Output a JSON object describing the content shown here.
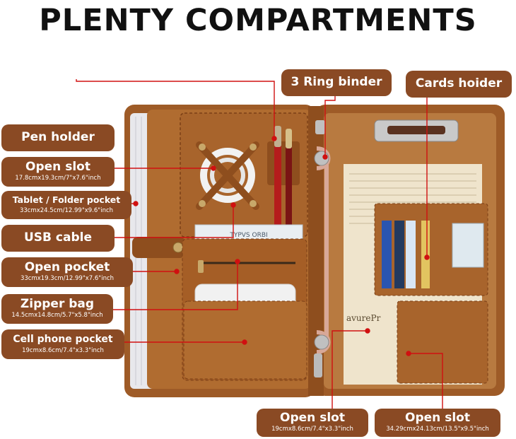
{
  "title": "PLENTY COMPARTMENTS",
  "colors": {
    "label_bg": "#8a4a24",
    "leader_line": "#d01010",
    "leather": "#a8642c"
  },
  "labels": [
    {
      "id": "pen-holder",
      "name": "Pen holder",
      "size": ""
    },
    {
      "id": "open-slot-1",
      "name": "Open slot",
      "size": "17.8cmx19.3cm/7\"x7.6\"inch"
    },
    {
      "id": "tablet-folder-pocket",
      "name": "Tablet / Folder pocket",
      "size": "33cmx24.5cm/12.99\"x9.6\"inch"
    },
    {
      "id": "usb-cable",
      "name": "USB cable",
      "size": ""
    },
    {
      "id": "open-pocket",
      "name": "Open pocket",
      "size": "33cmx19.3cm/12.99\"x7.6\"inch"
    },
    {
      "id": "zipper-bag",
      "name": "Zipper bag",
      "size": "14.5cmx14.8cm/5.7\"x5.8\"inch"
    },
    {
      "id": "cell-phone-pocket",
      "name": "Cell phone pocket",
      "size": "19cmx8.6cm/7.4\"x3.3\"inch"
    },
    {
      "id": "ring-binder",
      "name": "3 Ring binder",
      "size": ""
    },
    {
      "id": "cards-holder",
      "name": "Cards hoider",
      "size": ""
    },
    {
      "id": "open-slot-2",
      "name": "Open slot",
      "size": "19cmx8.6cm/7.4\"x3.3\"inch"
    },
    {
      "id": "open-slot-3",
      "name": "Open slot",
      "size": "34.29cmx24.13cm/13.5\"x9.5\"inch"
    }
  ],
  "props": {
    "cable_box_text": "TYPVS ORBI",
    "newspaper_text": "avurePr"
  }
}
